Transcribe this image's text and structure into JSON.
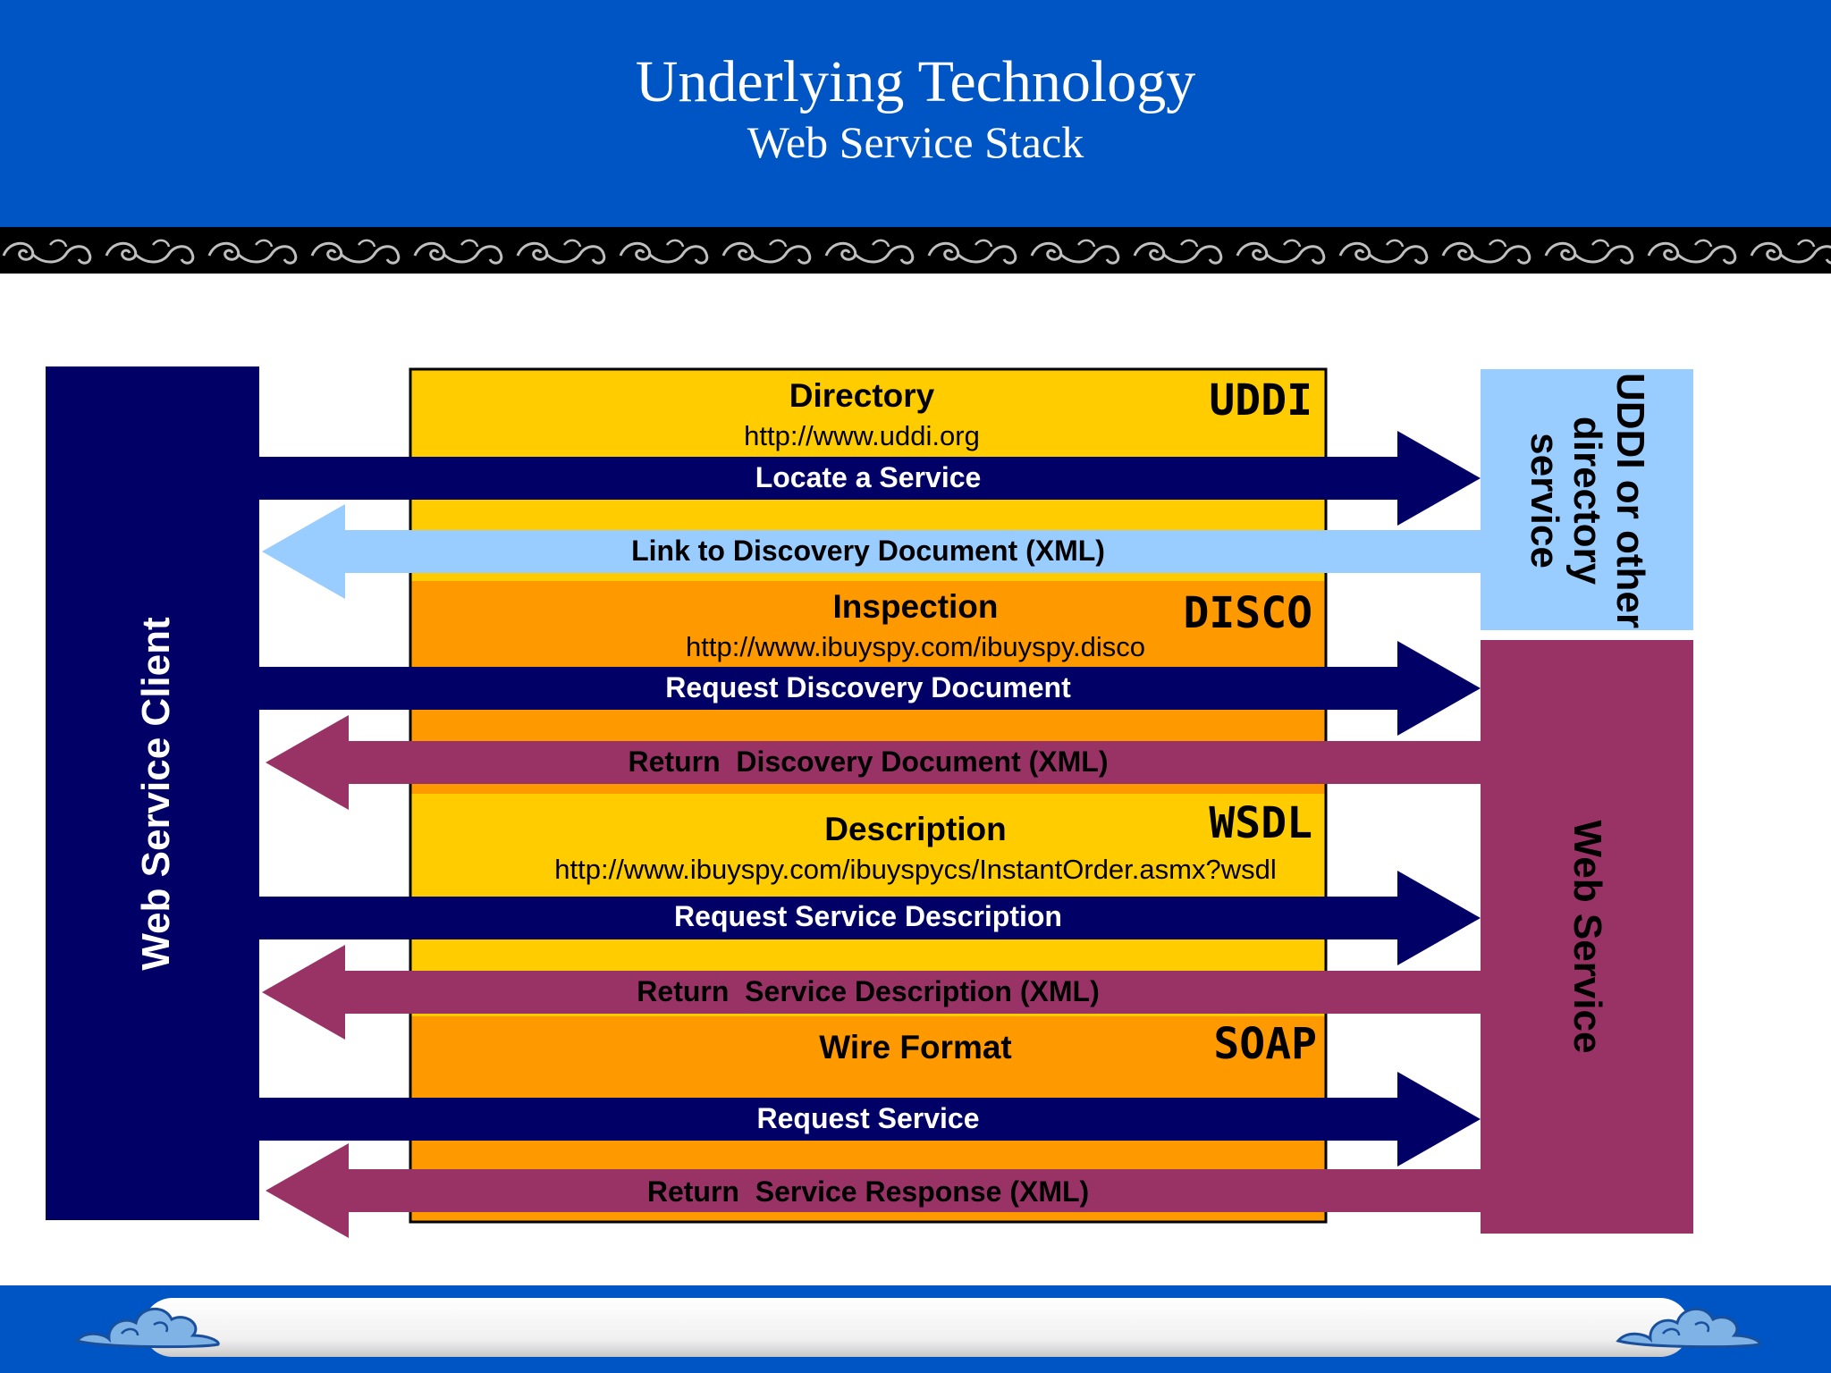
{
  "header": {
    "title": "Underlying Technology",
    "subtitle": "Web Service Stack"
  },
  "diagram": {
    "client_label": "Web Service Client",
    "directory_service_label": "UDDI or other directory service",
    "web_service_label": "Web Service",
    "layers": [
      {
        "name": "Directory",
        "url": "http://www.uddi.org",
        "protocol": "UDDI",
        "color": "#ffcc00"
      },
      {
        "name": "Inspection",
        "url": "http://www.ibuyspy.com/ibuyspy.disco",
        "protocol": "DISCO",
        "color": "#ff9900"
      },
      {
        "name": "Description",
        "url": "http://www.ibuyspy.com/ibuyspycs/InstantOrder.asmx?wsdl",
        "protocol": "WSDL",
        "color": "#ffcc00"
      },
      {
        "name": "Wire Format",
        "url": "",
        "protocol": "SOAP",
        "color": "#ff9900"
      }
    ],
    "messages": [
      {
        "label": "Locate a Service",
        "direction": "right",
        "color": "#000066",
        "text_color": "#ffffff"
      },
      {
        "label": "Link to Discovery Document (XML)",
        "direction": "left",
        "color": "#99ccff",
        "text_color": "#000000"
      },
      {
        "label": "Request Discovery Document",
        "direction": "right",
        "color": "#000066",
        "text_color": "#ffffff"
      },
      {
        "label": "Return  Discovery Document (XML)",
        "direction": "left",
        "color": "#993366",
        "text_color": "#000000"
      },
      {
        "label": "Request Service Description",
        "direction": "right",
        "color": "#000066",
        "text_color": "#ffffff"
      },
      {
        "label": "Return  Service Description (XML)",
        "direction": "left",
        "color": "#993366",
        "text_color": "#000000"
      },
      {
        "label": "Request Service",
        "direction": "right",
        "color": "#000066",
        "text_color": "#ffffff"
      },
      {
        "label": "Return  Service Response (XML)",
        "direction": "left",
        "color": "#993366",
        "text_color": "#000000"
      }
    ],
    "colors": {
      "header_blue": "#0055c4",
      "client_navy": "#000066",
      "directory_light_blue": "#99ccff",
      "web_service_maroon": "#993366",
      "layer_yellow": "#ffcc00",
      "layer_orange": "#ff9900"
    }
  }
}
